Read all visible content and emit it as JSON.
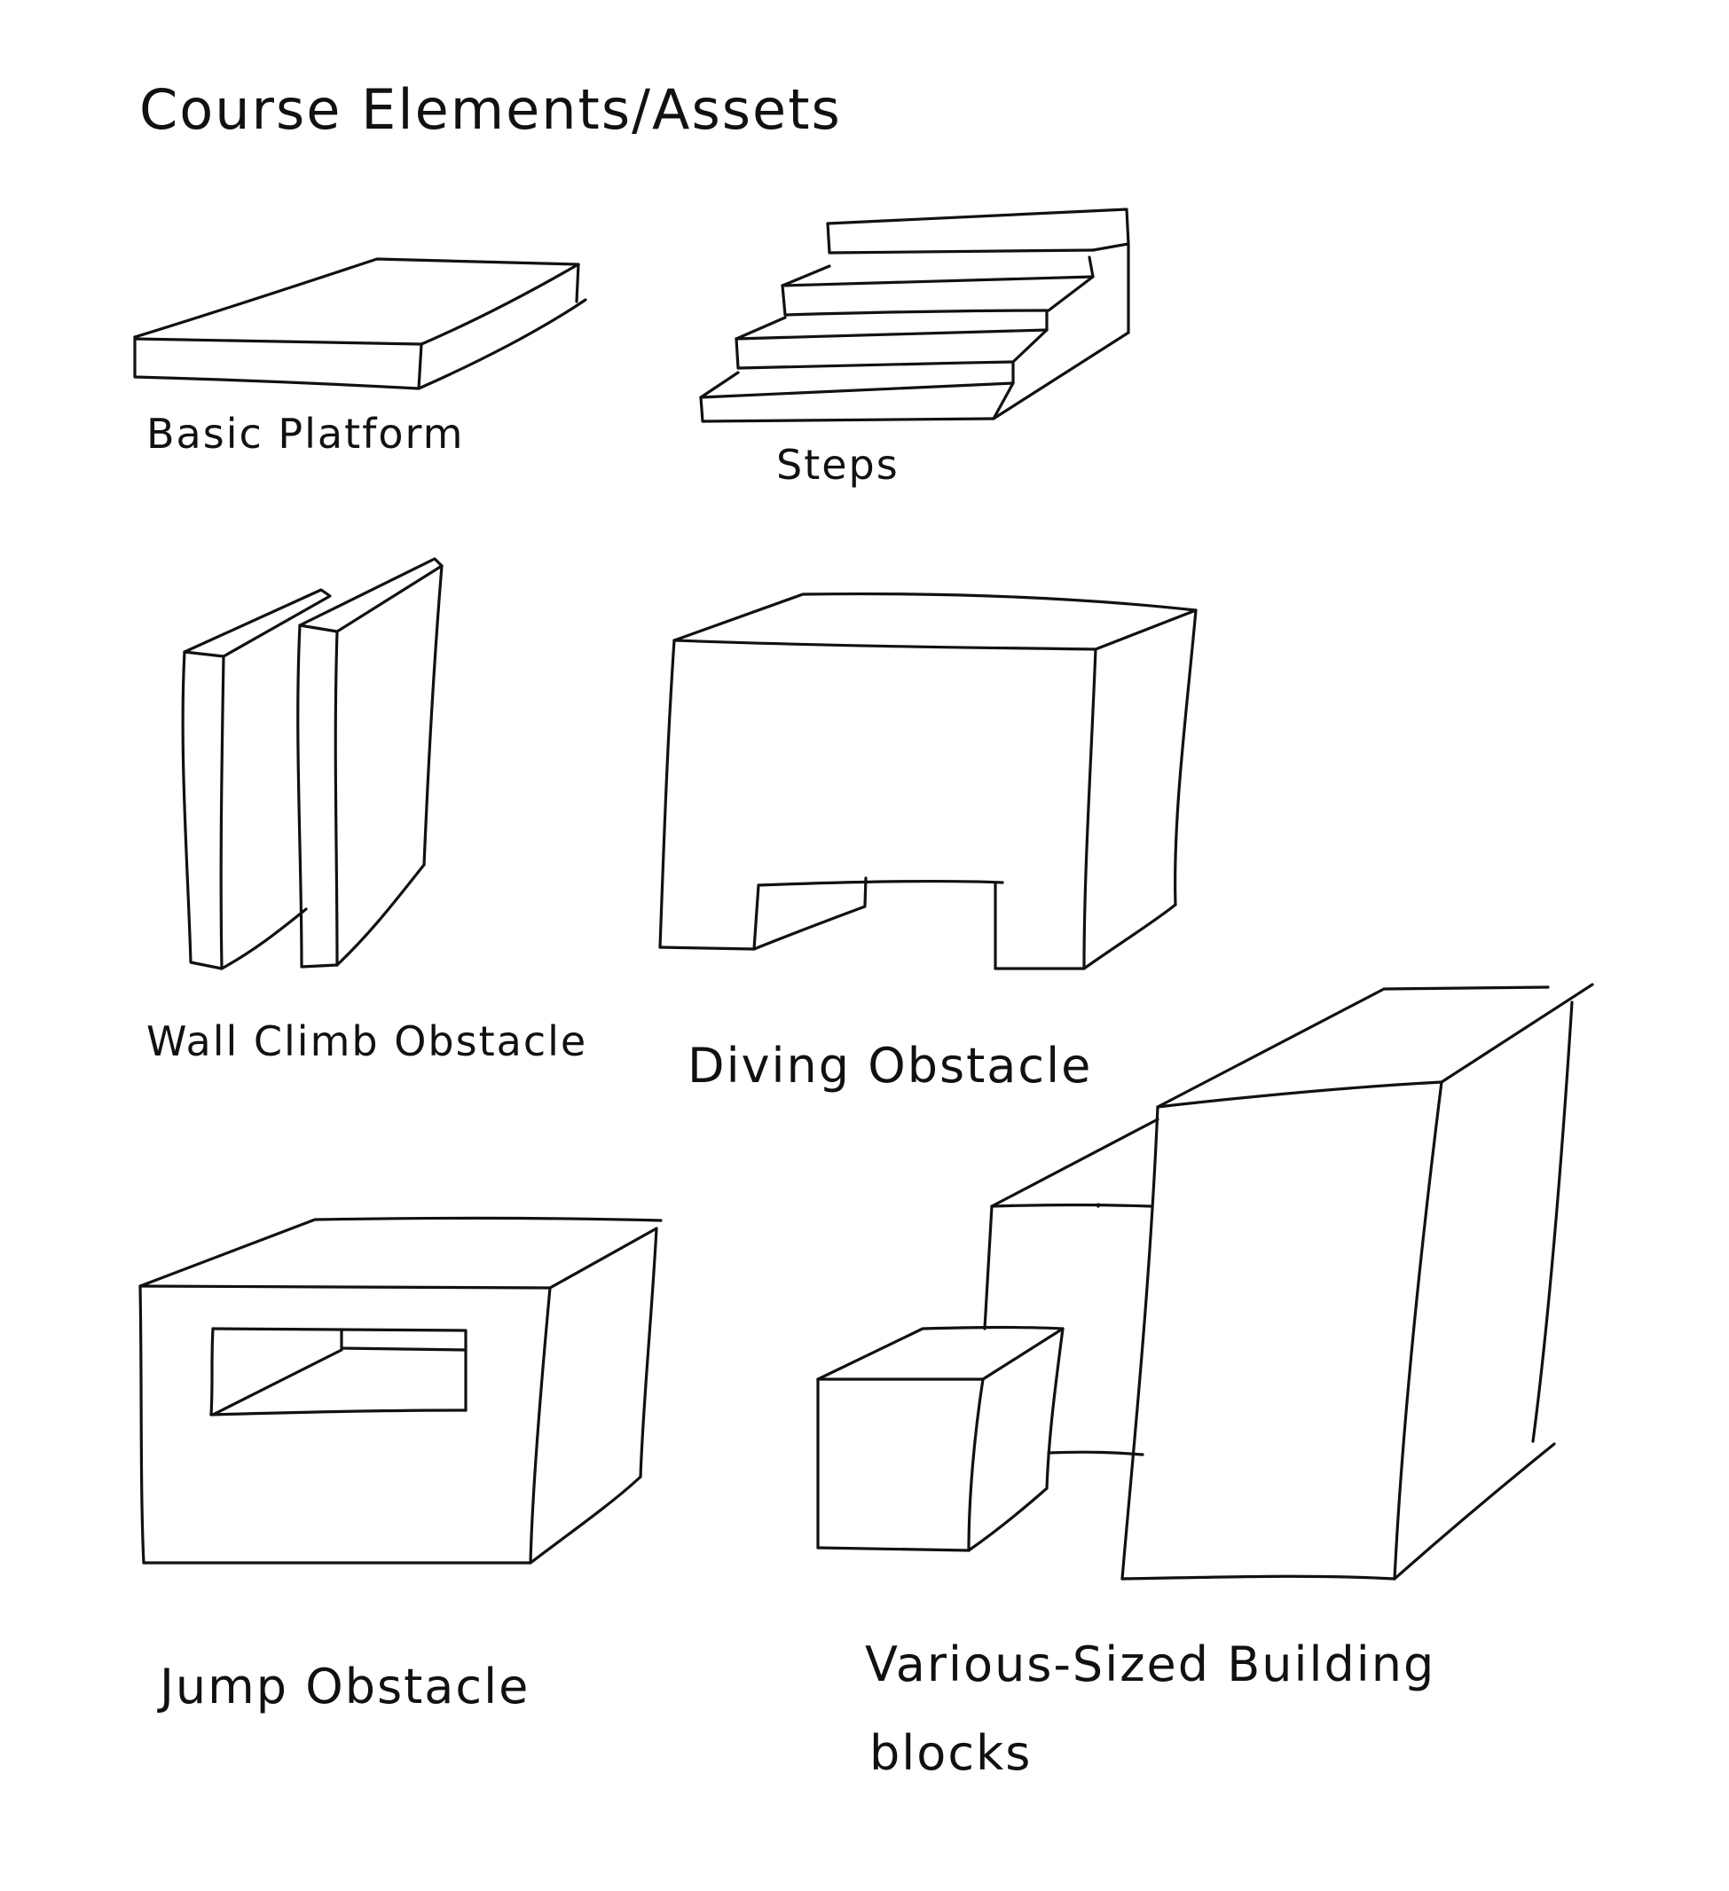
{
  "title": "Course Elements/Assets",
  "assets": {
    "basic_platform": {
      "label": "Basic Platform",
      "icon": "platform-drawing"
    },
    "steps": {
      "label": "Steps",
      "icon": "steps-drawing"
    },
    "wall_climb": {
      "label": "Wall Climb Obstacle",
      "icon": "wall-climb-drawing"
    },
    "diving": {
      "label": "Diving Obstacle",
      "icon": "diving-obstacle-drawing"
    },
    "jump": {
      "label": "Jump Obstacle",
      "icon": "jump-obstacle-drawing"
    },
    "building_blocks": {
      "label_line1": "Various-Sized Building",
      "label_line2": "blocks",
      "icon": "building-blocks-drawing"
    }
  },
  "colors": {
    "ink": "#111111",
    "paper": "#ffffff"
  }
}
